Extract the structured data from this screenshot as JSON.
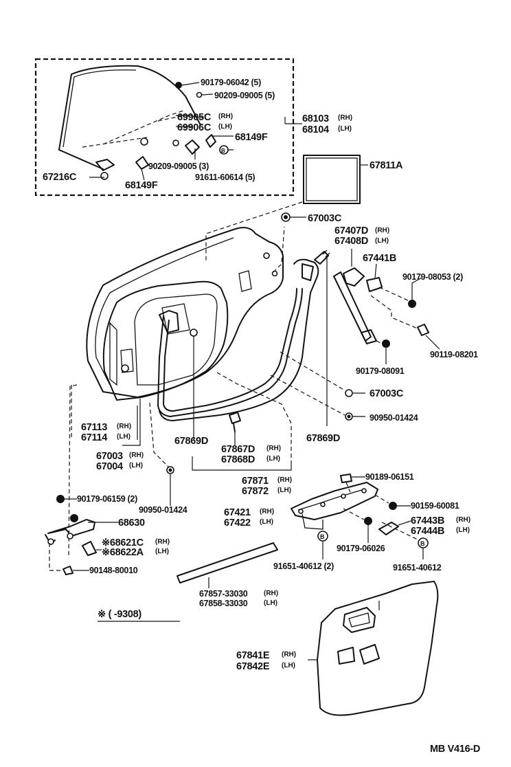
{
  "diagram": {
    "footer_code": "MB  V416-D",
    "note_text": "※ (      -9308)",
    "labels": {
      "l_90179_06042": "90179-06042 (5)",
      "l_90209_09005a": "90209-09005 (5)",
      "l_69905c": "69905C",
      "l_69906c": "69906C",
      "l_68103": "68103",
      "l_68104": "68104",
      "l_68149f_a": "68149F",
      "l_67216c": "67216C",
      "l_68149f_b": "68149F",
      "l_90209_09005b": "90209-09005 (3)",
      "l_91611_60614": "91611-60614 (5)",
      "l_67811a": "67811A",
      "l_67003c_a": "67003C",
      "l_67407d": "67407D",
      "l_67408d": "67408D",
      "l_67441b": "67441B",
      "l_90179_08053": "90179-08053 (2)",
      "l_90119_08201": "90119-08201",
      "l_90179_08091": "90179-08091",
      "l_67003c_b": "67003C",
      "l_90950_01424a": "90950-01424",
      "l_67869d_r": "67869D",
      "l_67113": "67113",
      "l_67114": "67114",
      "l_67869d_l": "67869D",
      "l_67867d": "67867D",
      "l_67868d": "67868D",
      "l_67003": "67003",
      "l_67004": "67004",
      "l_90950_01424b": "90950-01424",
      "l_67871": "67871",
      "l_67872": "67872",
      "l_90189_06151": "90189-06151",
      "l_90159_60081": "90159-60081",
      "l_67421": "67421",
      "l_67422": "67422",
      "l_67443b": "67443B",
      "l_67444b": "67444B",
      "l_90179_06159": "90179-06159 (2)",
      "l_68630": "68630",
      "l_68621c": "※68621C",
      "l_68622a": "※68622A",
      "l_90148_80010": "90148-80010",
      "l_90179_06026": "90179-06026",
      "l_91651_40612a": "91651-40612 (2)",
      "l_91651_40612b": "91651-40612",
      "l_67857": "67857-33030",
      "l_67858": "67858-33030",
      "l_67841e": "67841E",
      "l_67842e": "67842E"
    },
    "side": {
      "rh": "(RH)",
      "lh": "(LH)"
    }
  }
}
